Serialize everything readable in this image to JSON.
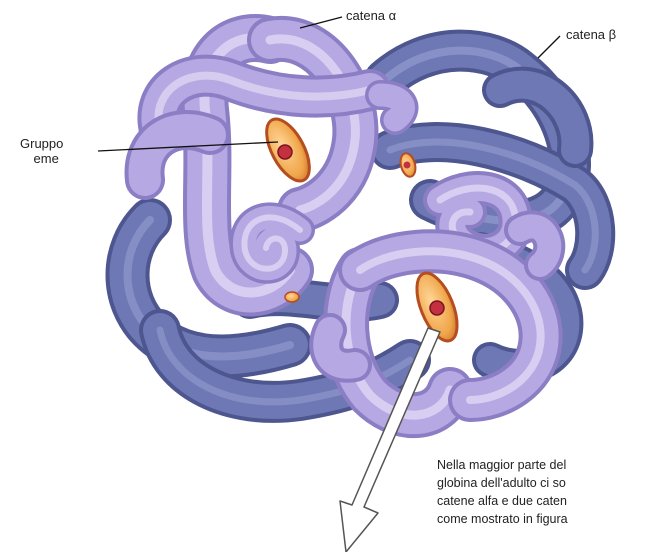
{
  "labels": {
    "alpha": "catena α",
    "beta": "catena β",
    "heme_line1": "Gruppo",
    "heme_line2": "eme"
  },
  "caption": [
    "Nella maggior parte del",
    "globina dell'adulto ci so",
    "catene alfa e due caten",
    "come mostrato in figura"
  ],
  "colors": {
    "alpha_chain": "#b6a8e2",
    "beta_chain": "#6e78b4",
    "heme_disc": "#f0a64a",
    "iron": "#c43040"
  }
}
